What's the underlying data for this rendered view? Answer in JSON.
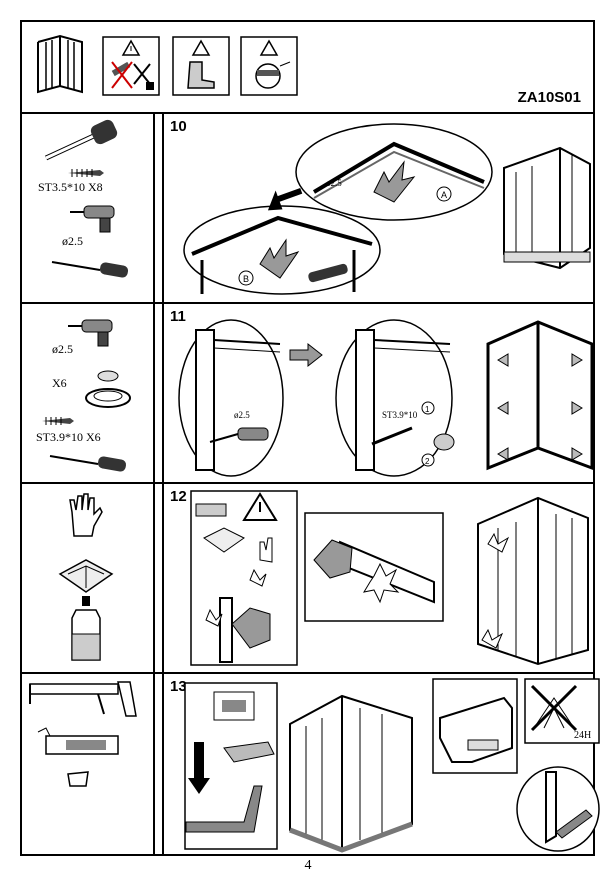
{
  "doc_code": "ZA10S01",
  "page_number": "4",
  "steps": [
    {
      "number": "10",
      "tools": {
        "screw": "ST3.5*10 X8",
        "drill": "ø2.5"
      },
      "callouts": {
        "drill_bit": "ø2.5",
        "a": "A",
        "b": "B"
      }
    },
    {
      "number": "11",
      "tools": {
        "drill": "ø2.5",
        "cap_qty": "X6",
        "screw": "ST3.9*10  X6"
      },
      "callouts": {
        "drill_bit": "ø2.5",
        "screw": "ST3.9*10",
        "one": "1",
        "two": "2"
      }
    },
    {
      "number": "12"
    },
    {
      "number": "13",
      "callouts": {
        "cure_time": "24H"
      }
    }
  ]
}
